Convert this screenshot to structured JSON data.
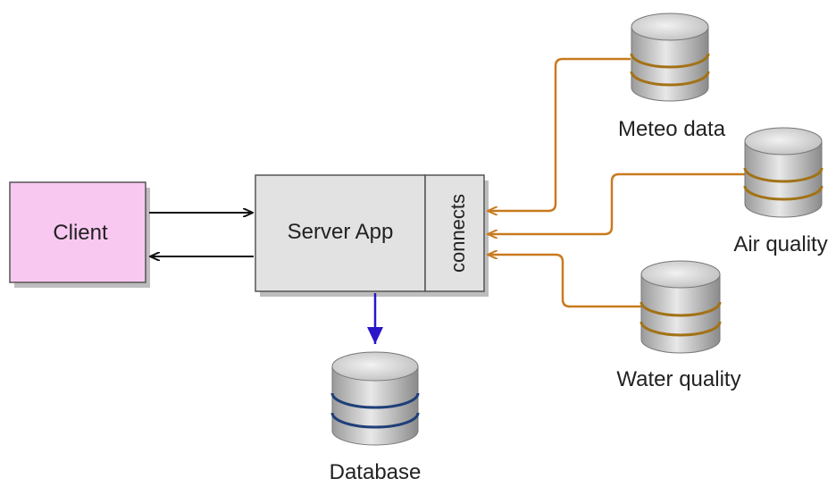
{
  "nodes": {
    "client": {
      "label": "Client"
    },
    "server": {
      "label": "Server App"
    },
    "connects": {
      "label": "connects"
    },
    "database": {
      "label": "Database"
    },
    "meteo": {
      "label": "Meteo data"
    },
    "air": {
      "label": "Air quality"
    },
    "water": {
      "label": "Water quality"
    }
  },
  "colors": {
    "client_fill": "#f8c8f0",
    "box_fill": "#e2e2e2",
    "box_stroke": "#555555",
    "arrow_black": "#111111",
    "arrow_blue": "#2a16c8",
    "connector_orange": "#c97a1e",
    "db_band_blue": "#1f3f78",
    "db_band_gold": "#a27216"
  },
  "edges": [
    {
      "from": "client",
      "to": "server"
    },
    {
      "from": "server",
      "to": "client"
    },
    {
      "from": "server",
      "to": "database"
    },
    {
      "from": "meteo",
      "to": "connects"
    },
    {
      "from": "air",
      "to": "connects"
    },
    {
      "from": "water",
      "to": "connects"
    }
  ]
}
